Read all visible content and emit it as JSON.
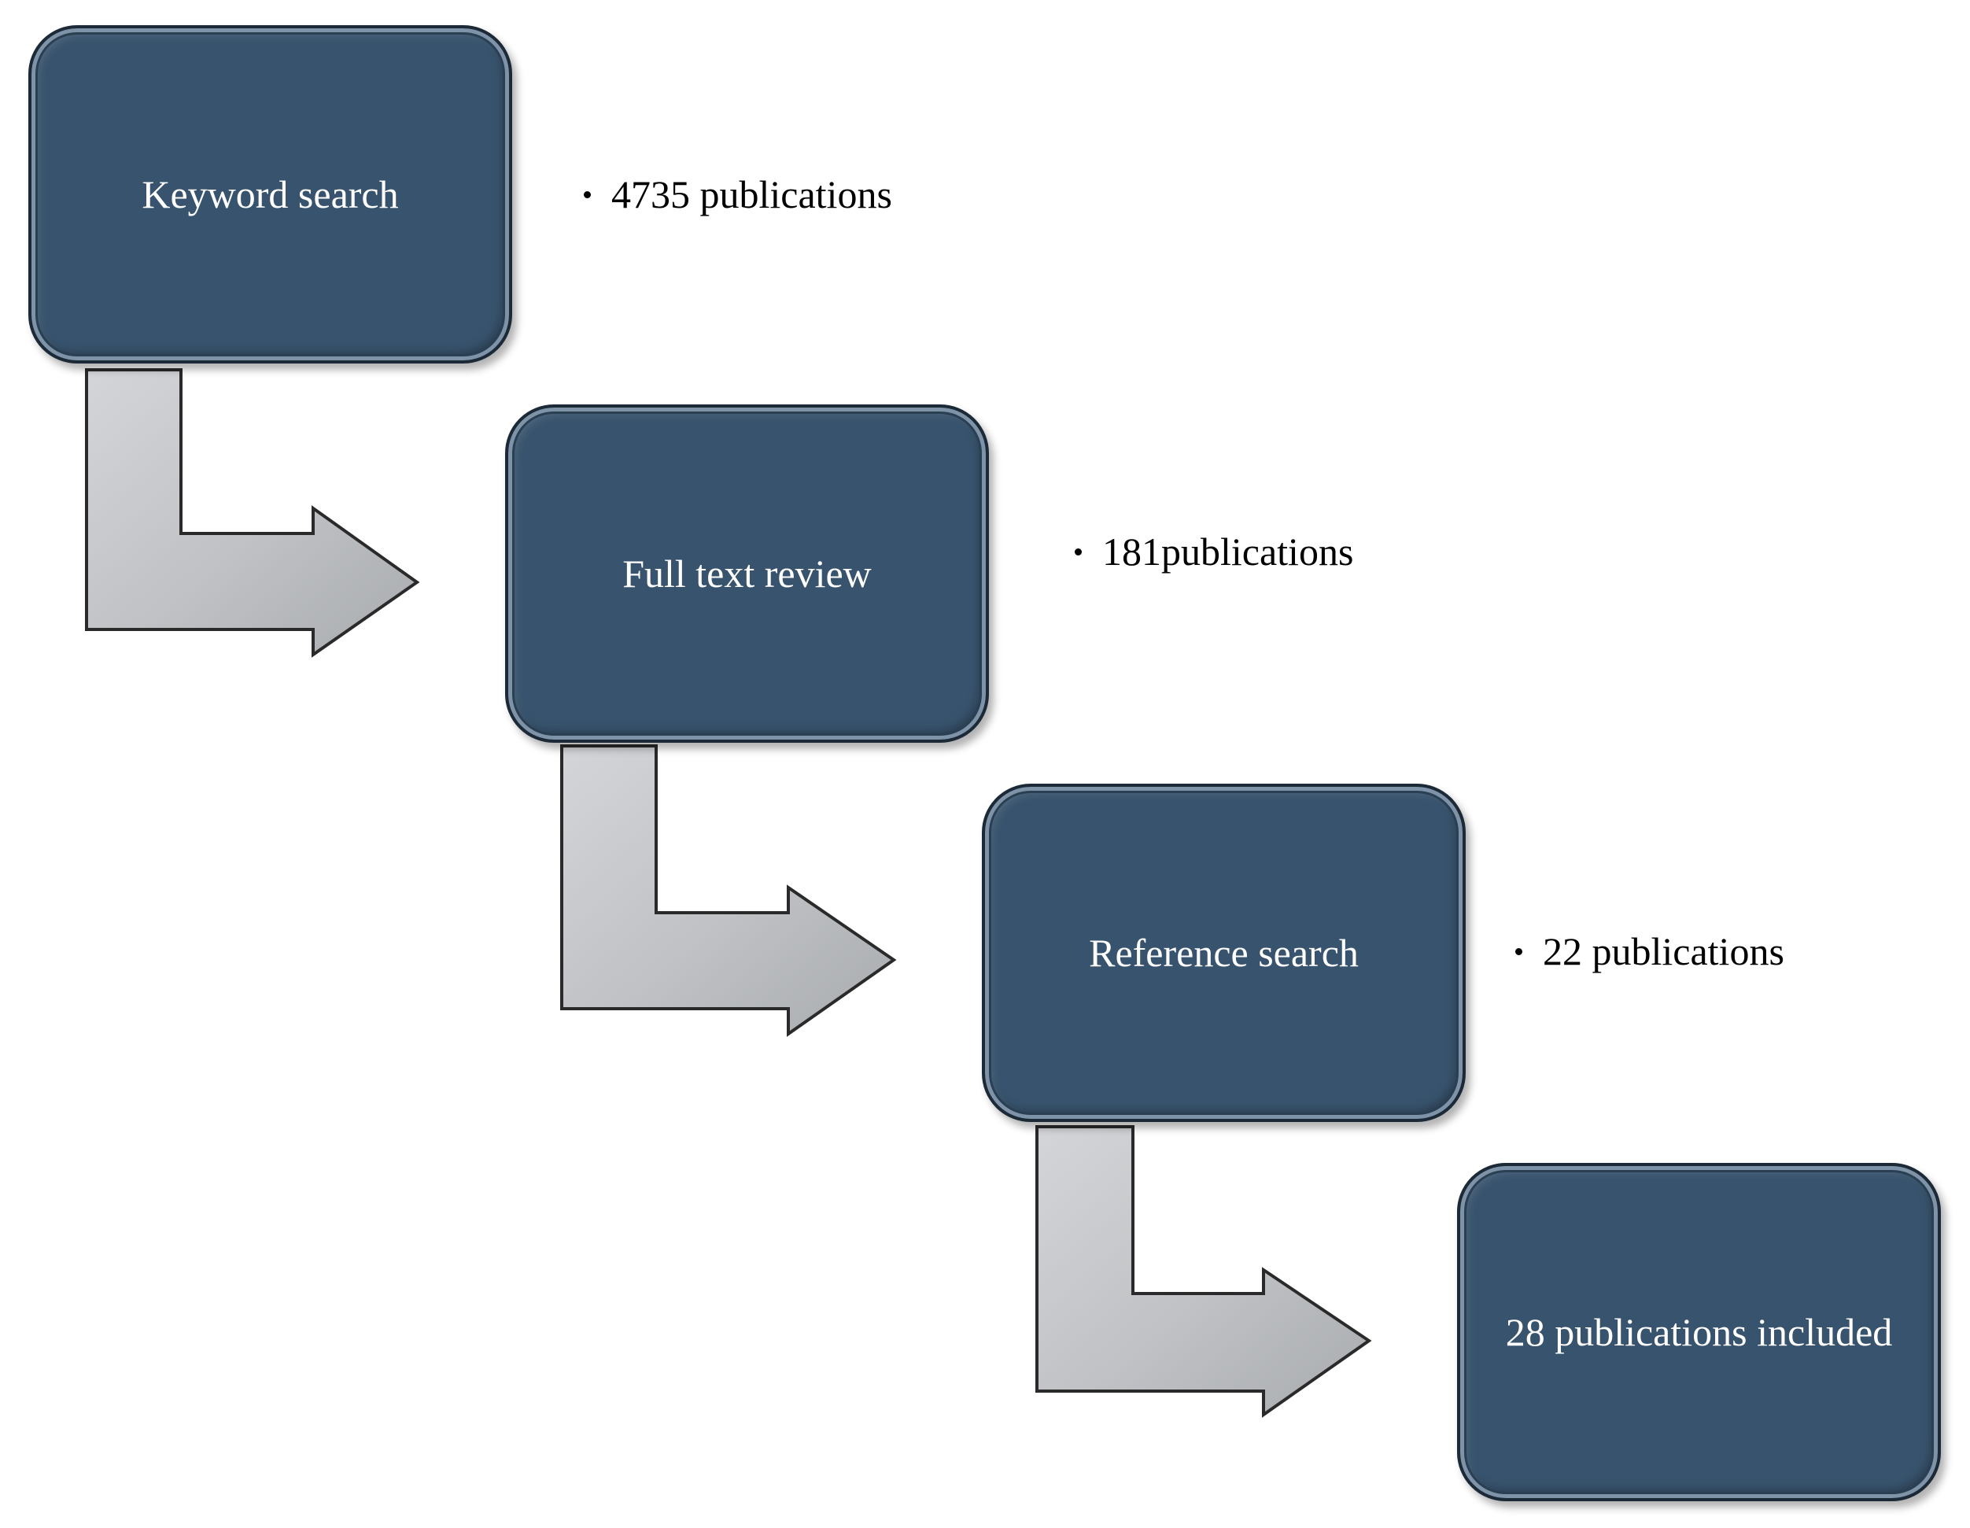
{
  "steps": [
    {
      "label": "Keyword search",
      "note": "4735 publications"
    },
    {
      "label": "Full text review",
      "note": "181publications"
    },
    {
      "label": "Reference search",
      "note": "22 publications"
    },
    {
      "label": "28 publications included"
    }
  ],
  "colors": {
    "box_fill": "#38536d",
    "box_border": "#1c2a38",
    "arrow_fill": "#c0c2c5",
    "arrow_stroke": "#2a2a2a",
    "text_on_box": "#ffffff",
    "note_text": "#000000"
  }
}
